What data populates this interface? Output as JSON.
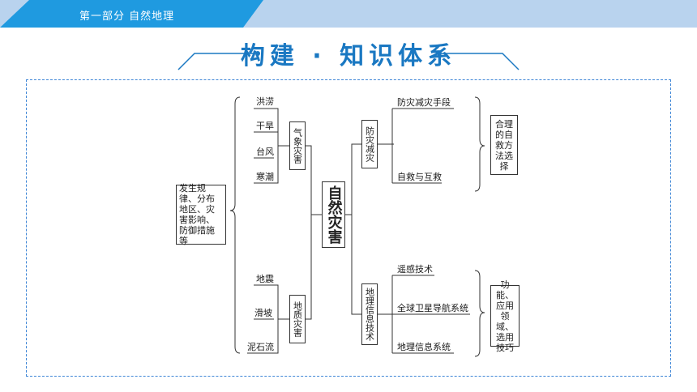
{
  "header": {
    "section": "第一部分 自然地理"
  },
  "title": "构建 · 知识体系",
  "colors": {
    "accent": "#1f9ae0",
    "bar": "#b9d3ee",
    "title": "#1a78c2",
    "frame": "#3f86d6"
  },
  "diagram": {
    "left_box": "发生规律、分布地区、灾害影响、防御措施等",
    "center": "自然灾害",
    "meteo": {
      "label": "气象灾害",
      "items": [
        "洪涝",
        "干旱",
        "台风",
        "寒潮"
      ]
    },
    "geo": {
      "label": "地质灾害",
      "items": [
        "地震",
        "滑坡",
        "泥石流"
      ]
    },
    "prevent": {
      "label": "防灾减灾",
      "items": [
        "防灾减灾手段",
        "自救与互救"
      ],
      "result": "合理的自救方法选择"
    },
    "tech": {
      "label": "地理信息技术",
      "items": [
        "遥感技术",
        "全球卫星导航系统",
        "地理信息系统"
      ],
      "result": "功能、应用领域、选用技巧"
    }
  }
}
